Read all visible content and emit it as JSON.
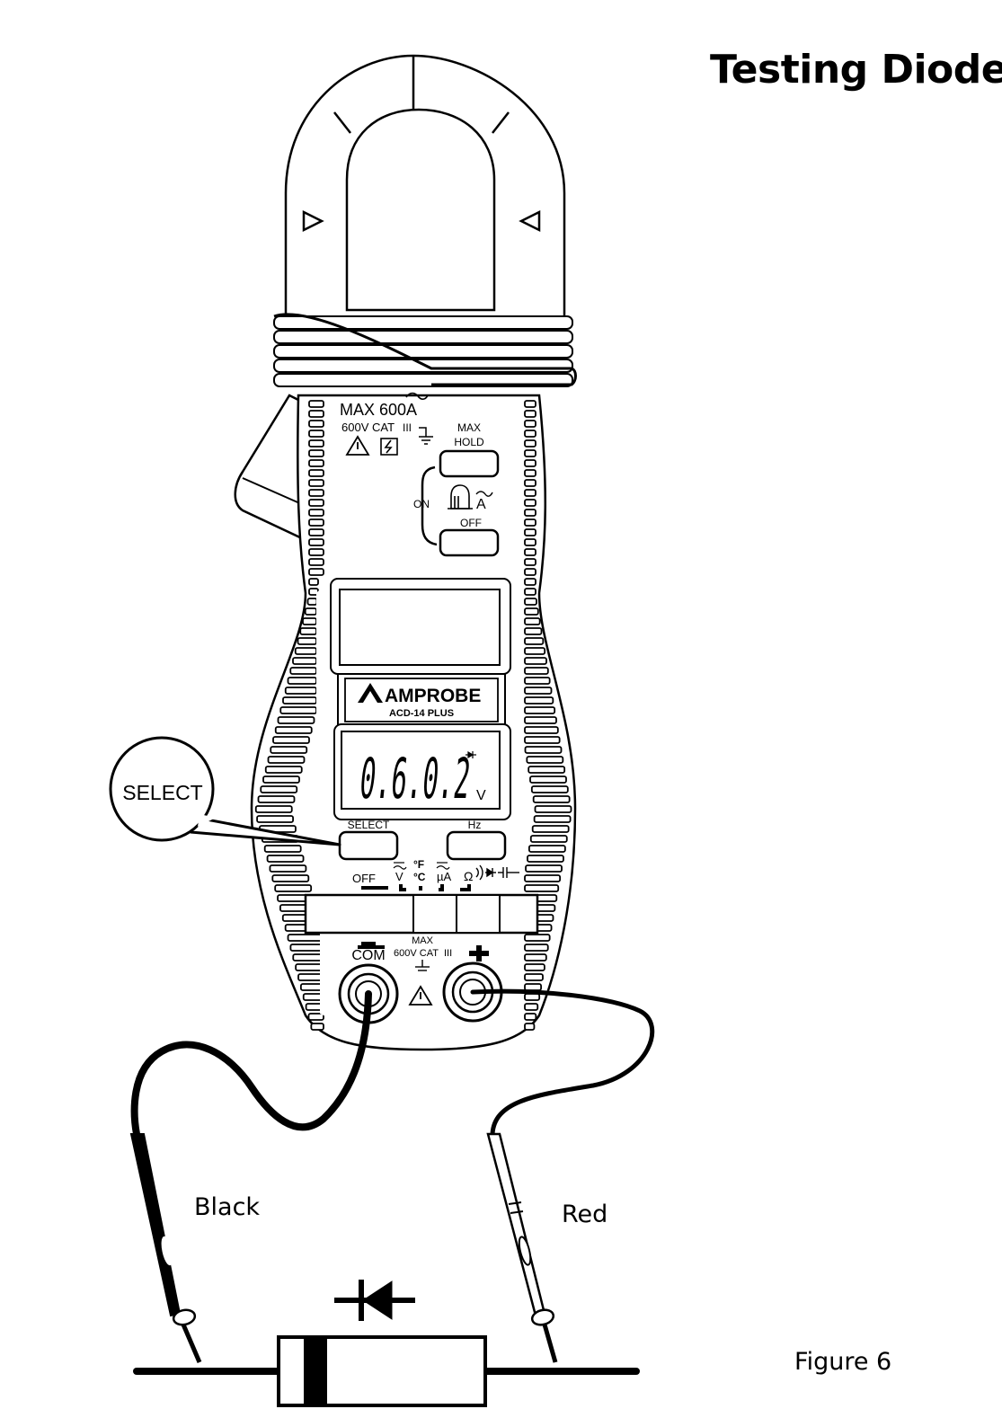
{
  "page": {
    "title": "Testing Diodes",
    "figure_label": "Figure 6"
  },
  "meter": {
    "rating_top": "MAX 600A",
    "rating_cat": "600V CAT",
    "cat_mark": "III",
    "max_hold_line1": "MAX",
    "max_hold_line2": "HOLD",
    "on_label": "ON",
    "off_label": "OFF",
    "brand": "AMPROBE",
    "model": "ACD-14 PLUS",
    "display_value": "0.6.0.2",
    "display_unit": "V",
    "select_button": "SELECT",
    "hz_button": "Hz",
    "dial_off": "OFF",
    "dial_v": "V",
    "dial_f": "°F",
    "dial_c": "°C",
    "dial_ua": "µA",
    "dial_ohm": "Ω",
    "com_label": "COM",
    "terminal_max": "MAX",
    "terminal_rating": "600V CAT"
  },
  "callout": {
    "text": "SELECT"
  },
  "leads": {
    "black": "Black",
    "red": "Red"
  }
}
